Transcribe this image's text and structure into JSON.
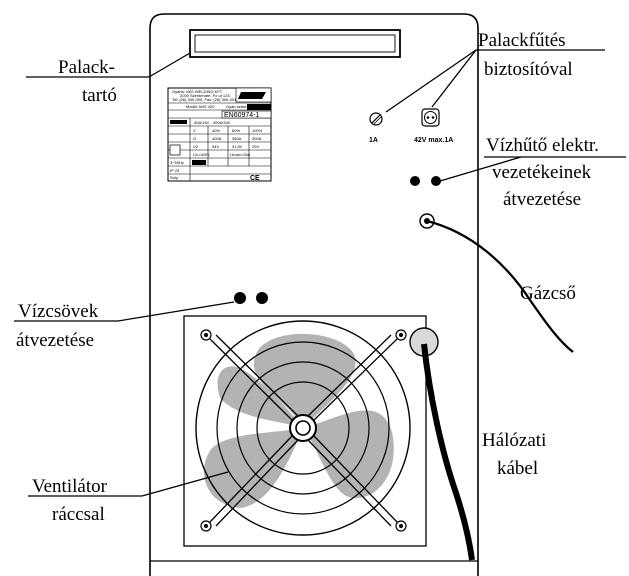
{
  "labels": {
    "bottle_holder_1": "Palack-",
    "bottle_holder_2": "tartó",
    "heater_1": "Palackfűtés",
    "heater_2": "biztosítóval",
    "cooler_1": "Vízhűtő elektr.",
    "cooler_2": "vezetékeinek",
    "cooler_3": "átvezetése",
    "gas_hose": "Gázcső",
    "water_1": "Vízcsövek",
    "water_2": "átvezetése",
    "mains_1": "Hálózati",
    "mains_2": "kábel",
    "fan_1": "Ventilátor",
    "fan_2": "ráccsal"
  },
  "fuse": {
    "rating": "1A",
    "socket": "42V max.1A"
  },
  "rating_plate": {
    "standard": "EN60974-1",
    "model": "Model: MIG 420",
    "header": "Gyártó:   MIG WELDING KFT.",
    "address": "2000 Szentendre, Fo út 123.",
    "phone": "Tel: (26) 300-000, Fax: (26) 300-001",
    "serial_label": "Gyári szám:",
    "protection": "IP 23",
    "weight": "Súly:",
    "percent_row": [
      "X",
      "40%",
      "60%",
      "100%"
    ],
    "current_row": [
      "I2",
      "400A",
      "350A",
      "300A"
    ],
    "voltage_row": [
      "U2",
      "34V",
      "31.5V",
      "29V"
    ],
    "range": "40A/16V - 400A/34V",
    "supply": "3~50Hz",
    "u1": "U1=400V",
    "i1": "I1max=26A",
    "ce": "CE"
  }
}
